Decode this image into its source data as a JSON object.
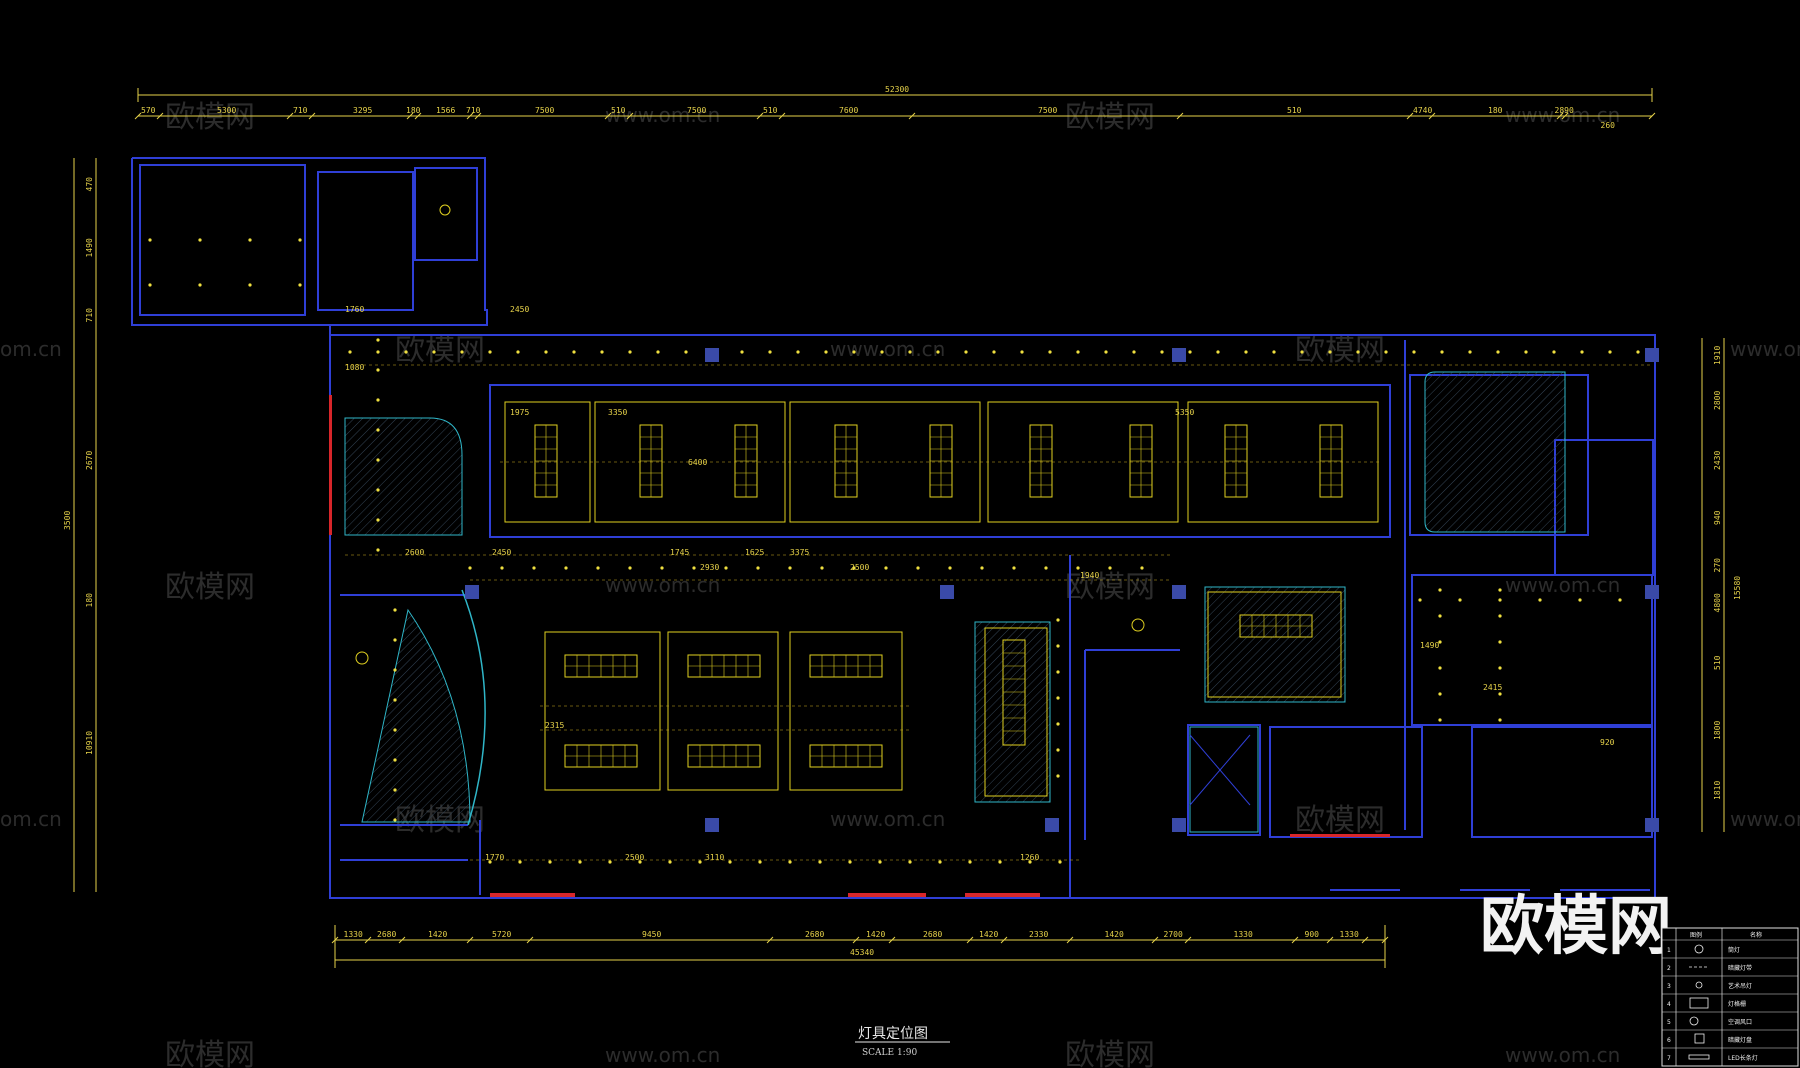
{
  "title_block": {
    "title": "灯具定位图",
    "scale": "SCALE 1:90"
  },
  "logo": {
    "text": "欧模网"
  },
  "watermarks": {
    "brand": "欧模网",
    "url": "www.om.cn",
    "url_partial": "om.cn"
  },
  "overall_dims": {
    "top": "52300",
    "bottom": "45340",
    "left": "3500"
  },
  "top_dims": [
    "570",
    "5300",
    "710",
    "3295",
    "180",
    "1566",
    "710",
    "7500",
    "510",
    "7500",
    "510",
    "7600",
    "7500",
    "510",
    "4740",
    "180",
    "2890",
    "260"
  ],
  "bottom_dims": [
    "1330",
    "2680",
    "1420",
    "5720",
    "9450",
    "2680",
    "1420",
    "2680",
    "1420",
    "2330",
    "1420",
    "2700",
    "1330",
    "900",
    "1330"
  ],
  "left_dims": [
    "470",
    "1490",
    "710",
    "2670",
    "180",
    "10910"
  ],
  "right_dims": [
    "1910",
    "2800",
    "2430",
    "940",
    "270",
    "4800",
    "510",
    "1800",
    "1810",
    "15580"
  ],
  "interior_dims": [
    "1975",
    "3350",
    "5350",
    "6400",
    "2450",
    "1745",
    "1625",
    "3375",
    "2930",
    "2500",
    "1940",
    "2315",
    "1770",
    "2500",
    "3110",
    "1260",
    "1760",
    "2450",
    "1080",
    "2600",
    "1490",
    "2415",
    "920"
  ],
  "legend": {
    "headers": [
      "图例",
      "名称"
    ],
    "rows": [
      {
        "no": "1",
        "name": "筒灯",
        "icon": "downlight-symbol"
      },
      {
        "no": "2",
        "name": "暗藏灯带",
        "icon": "led-strip-symbol"
      },
      {
        "no": "3",
        "name": "艺术吊灯",
        "icon": "pendant-symbol"
      },
      {
        "no": "4",
        "name": "灯格栅",
        "icon": "grille-symbol"
      },
      {
        "no": "5",
        "name": "空调风口",
        "icon": "vent-symbol"
      },
      {
        "no": "6",
        "name": "暗藏灯盘",
        "icon": "panel-symbol"
      },
      {
        "no": "7",
        "name": "LED长条灯",
        "icon": "linear-led-symbol"
      }
    ]
  },
  "colors": {
    "background": "#000000",
    "walls": "#2f3fd6",
    "dims": "#e6d24a",
    "ceiling": "#e0d020",
    "accent_red": "#d8262a",
    "cyan": "#2fb6c8",
    "hatch": "#3a4a5a"
  }
}
